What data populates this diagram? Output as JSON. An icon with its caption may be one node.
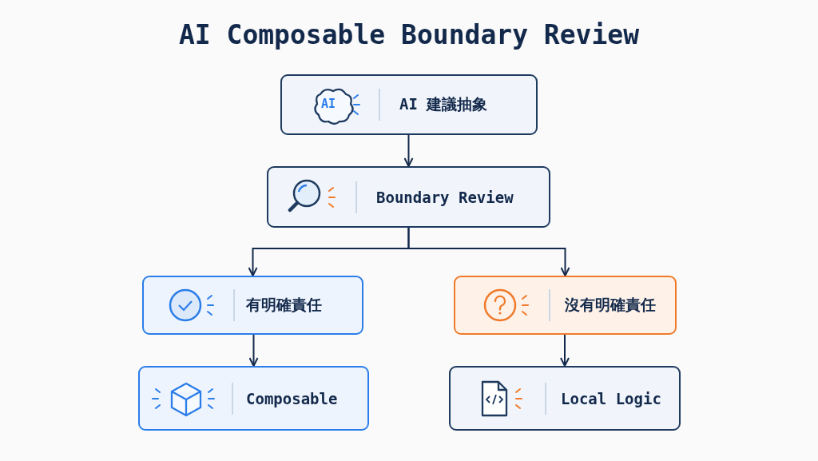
{
  "diagram": {
    "title": "AI Composable Boundary Review",
    "nodes": [
      {
        "text": [
          "AI",
          "AI 建議抽象"
        ]
      },
      {
        "text": [
          "Boundary Review"
        ]
      },
      {
        "text": [
          "有明確責任"
        ]
      },
      {
        "text": [
          "沒有明確責任"
        ]
      },
      {
        "text": [
          "Composable"
        ]
      },
      {
        "text": [
          "Local Logic"
        ]
      }
    ],
    "edges": [
      {
        "from": 0,
        "to": 1,
        "arrow": "to"
      },
      {
        "from": 1,
        "to": 2,
        "arrow": "to"
      },
      {
        "from": 1,
        "to": 3,
        "arrow": "to"
      },
      {
        "from": 2,
        "to": 4,
        "arrow": "to"
      },
      {
        "from": 3,
        "to": 5,
        "arrow": "to"
      }
    ]
  }
}
